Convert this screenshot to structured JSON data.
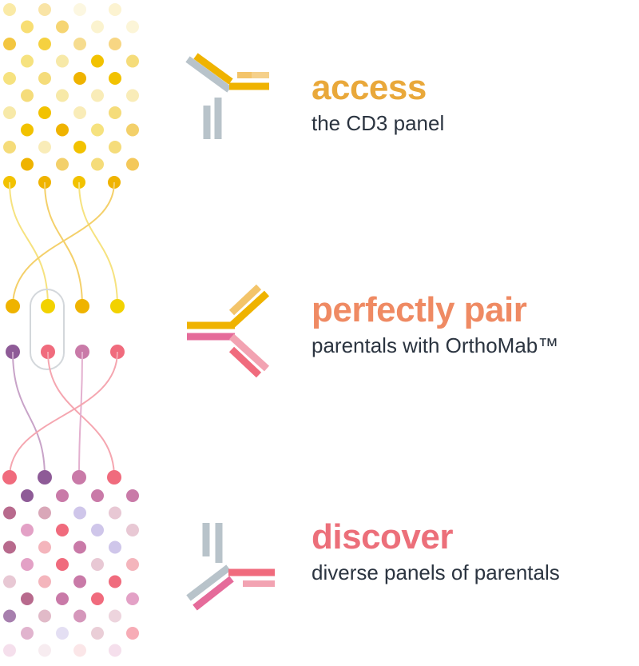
{
  "steps": [
    {
      "title": "access",
      "subtitle": "the CD3 panel",
      "color": "#e9a83a"
    },
    {
      "title": "perfectly pair",
      "subtitle": "parentals with OrthoMab™",
      "color": "#ef8a63"
    },
    {
      "title": "discover",
      "subtitle": "diverse panels of parentals",
      "color": "#ec6f7a"
    }
  ],
  "icons": [
    "antibody-yellow-grey-icon",
    "antibody-yellow-pink-icon",
    "antibody-grey-pink-icon"
  ],
  "colors": {
    "yellow": "#f2c200",
    "amber": "#efb300",
    "purple": "#8e5b97",
    "pink": "#f06b7d",
    "mauve": "#c97aa8",
    "grey": "#b3bec7",
    "text_dark": "#2b3440"
  }
}
